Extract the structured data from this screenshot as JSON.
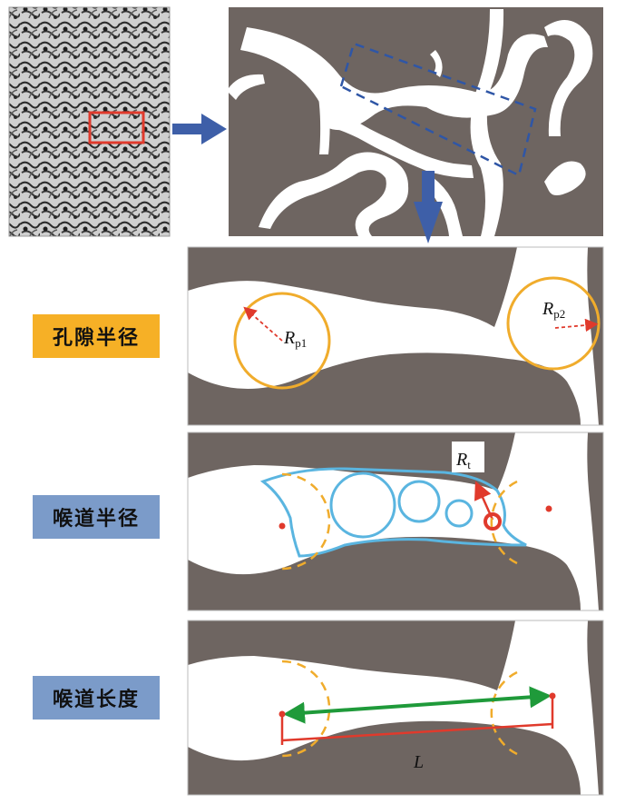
{
  "labels": {
    "pore_radius": "孔隙半径",
    "throat_radius": "喉道半径",
    "throat_length": "喉道长度"
  },
  "symbols": {
    "rp1_main": "R",
    "rp1_sub": "p1",
    "rp2_main": "R",
    "rp2_sub": "p2",
    "rt_main": "R",
    "rt_sub": "t",
    "length": "L"
  },
  "colors": {
    "rock": "#6e6561",
    "pore": "#ffffff",
    "circle_orange": "#f0ac2c",
    "dash_orange": "#f0ac2c",
    "throat_blue": "#5ab5e0",
    "red": "#e03a2c",
    "green": "#1f9a3a",
    "arrow_blue": "#3e5fa8",
    "dashed_box": "#2f56a6",
    "label_orange": "#f6b026",
    "label_blue": "#7b9bc9"
  }
}
